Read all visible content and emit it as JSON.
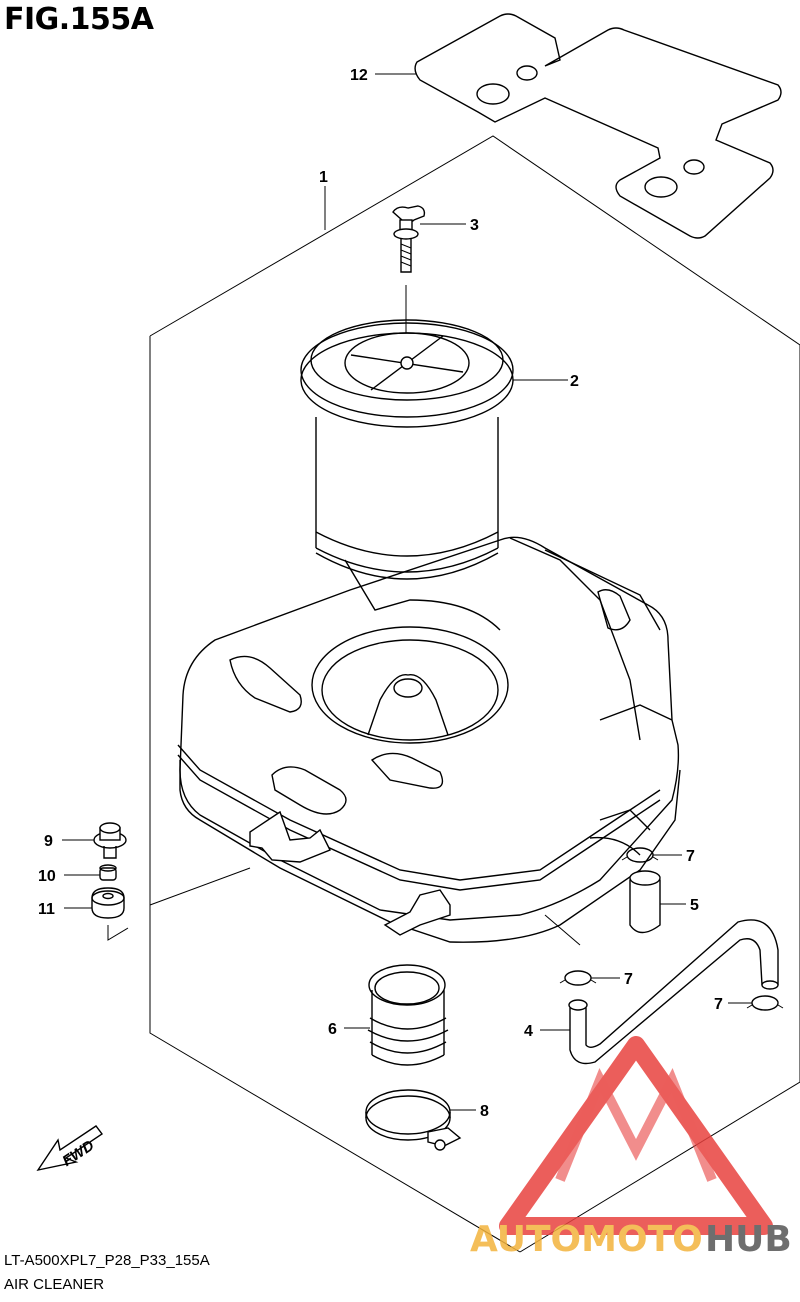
{
  "figure": {
    "title": "FIG.155A",
    "model_code": "LT-A500XPL7_P28_P33_155A",
    "assembly_name": "AIR CLEANER"
  },
  "callouts": [
    {
      "id": "12",
      "label": "12"
    },
    {
      "id": "1",
      "label": "1"
    },
    {
      "id": "3",
      "label": "3"
    },
    {
      "id": "2",
      "label": "2"
    },
    {
      "id": "9",
      "label": "9"
    },
    {
      "id": "10",
      "label": "10"
    },
    {
      "id": "11",
      "label": "11"
    },
    {
      "id": "7a",
      "label": "7"
    },
    {
      "id": "5",
      "label": "5"
    },
    {
      "id": "7b",
      "label": "7"
    },
    {
      "id": "7c",
      "label": "7"
    },
    {
      "id": "6",
      "label": "6"
    },
    {
      "id": "4",
      "label": "4"
    },
    {
      "id": "8",
      "label": "8"
    }
  ],
  "direction_marker": {
    "label": "FWD"
  },
  "watermark": {
    "part1": "AUTOMOTO",
    "part2": "HUB",
    "color_main": "#e8423f",
    "color_dark": "#555555",
    "color_accent": "#f3b33d"
  }
}
